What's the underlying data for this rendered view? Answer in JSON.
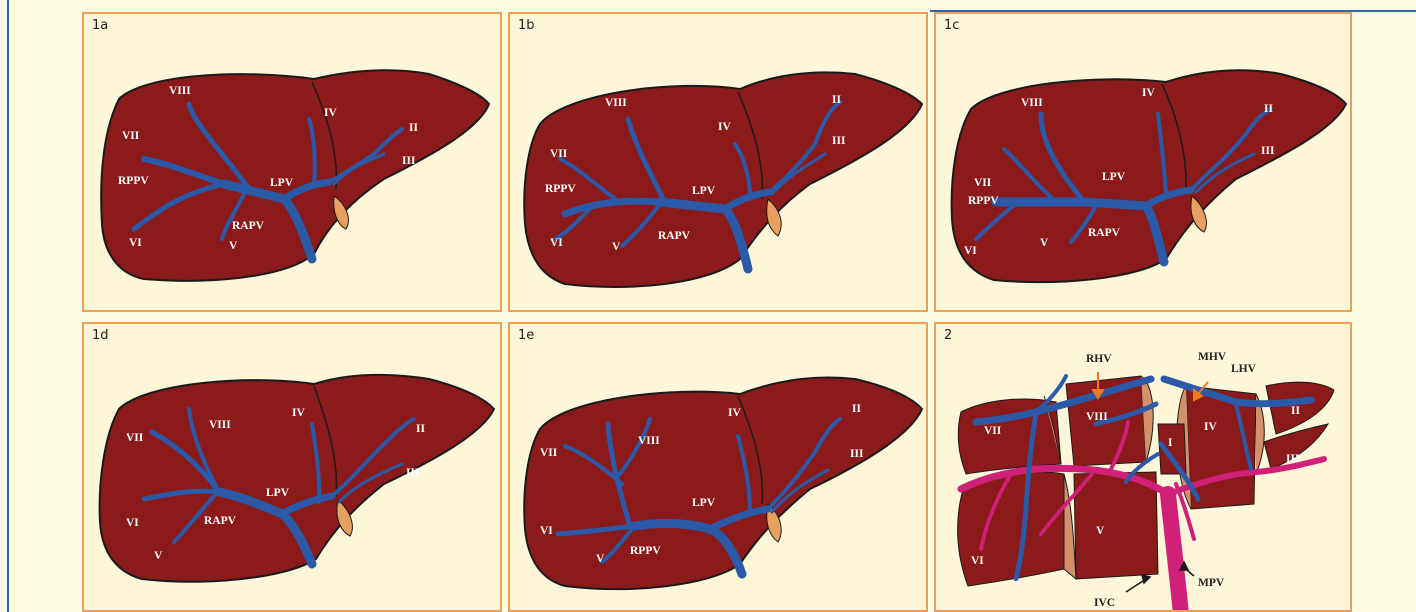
{
  "panels": [
    {
      "id": "1a",
      "label": "1a",
      "annotations": [
        "VIII",
        "VII",
        "RPPV",
        "RAPV",
        "VI",
        "V",
        "IV",
        "LPV",
        "II",
        "III"
      ]
    },
    {
      "id": "1b",
      "label": "1b",
      "annotations": [
        "VIII",
        "VII",
        "RPPV",
        "RAPV",
        "VI",
        "V",
        "IV",
        "LPV",
        "II",
        "III"
      ]
    },
    {
      "id": "1c",
      "label": "1c",
      "annotations": [
        "VIII",
        "VII",
        "RPPV",
        "RAPV",
        "VI",
        "V",
        "IV",
        "LPV",
        "II",
        "III"
      ]
    },
    {
      "id": "1d",
      "label": "1d",
      "annotations": [
        "VIII",
        "VII",
        "RAPV",
        "VI",
        "V",
        "IV",
        "LPV",
        "II",
        "III"
      ]
    },
    {
      "id": "1e",
      "label": "1e",
      "annotations": [
        "VIII",
        "VII",
        "RPPV",
        "VI",
        "V",
        "IV",
        "LPV",
        "II",
        "III"
      ]
    },
    {
      "id": "2",
      "label": "2",
      "annotations": [
        "RHV",
        "MHV",
        "LHV",
        "VII",
        "VIII",
        "IV",
        "II",
        "I",
        "III",
        "V",
        "VI",
        "IVC",
        "MPV"
      ]
    }
  ],
  "colors": {
    "liver": "#8b1a1a",
    "portal_vein": "#2a5aa8",
    "hepatic_artery": "#d0207a",
    "gallbladder": "#e8a060",
    "segment_face": "#d4906a",
    "panel_border": "#f0a050",
    "panel_bg": "#fdf6d8"
  }
}
